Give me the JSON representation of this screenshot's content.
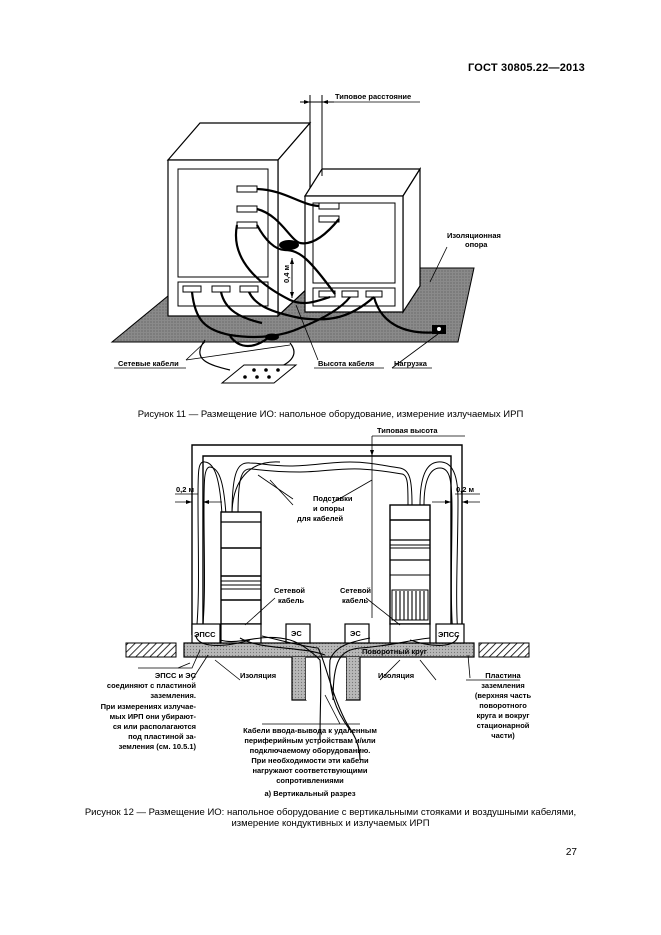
{
  "header": {
    "standard": "ГОСТ 30805.22—2013"
  },
  "figure11": {
    "labels": {
      "typical_distance": "Типовое расстояние",
      "insulating_support": "Изоляционная опора",
      "mains_cables": "Сетевые кабели",
      "cable_height": "Высота кабеля",
      "load": "Нагрузка",
      "height_04": "0,4 м"
    },
    "caption": "Рисунок 11 — Размещение ИО: напольное оборудование, измерение излучаемых ИРП"
  },
  "figure12": {
    "labels": {
      "typical_height": "Типовая высота",
      "dist_left": "0,2 м",
      "dist_right": "0,2 м",
      "supports_line1": "Подставки",
      "supports_line2": "и опоры",
      "supports_line3": "для кабелей",
      "mains_left_1": "Сетевой",
      "mains_left_2": "кабель",
      "mains_right_1": "Сетевой",
      "mains_right_2": "кабель",
      "lisn_left": "ЭПСС",
      "lisn_right": "ЭПСС",
      "aux_left": "ЭС",
      "aux_right": "ЭС",
      "turntable": "Поворотный круг",
      "insulation_left": "Изоляция",
      "insulation_right": "Изоляция",
      "left_note": [
        "ЭПСС и ЭС",
        "соединяют с пластиной",
        "заземления.",
        "При измерениях излучае-",
        "мых ИРП они убирают-",
        "ся или располагаются",
        "под пластиной за-",
        "земления (см. 10.5.1)"
      ],
      "center_note": [
        "Кабели ввода-вывода к удаленным",
        "периферийным устройствам и/или",
        "подключаемому оборудованию.",
        "При необходимости эти кабели",
        "нагружают соответствующими",
        "сопротивлениями"
      ],
      "right_note": [
        "Пластина",
        "заземления",
        "(верхняя часть",
        "поворотного",
        "круга и вокруг",
        "стационарной",
        "части)"
      ],
      "section": "а) Вертикальный разрез"
    },
    "caption_line1": "Рисунок 12 — Размещение ИО: напольное оборудование с вертикальными стояками и воздушными кабелями,",
    "caption_line2": "измерение кондуктивных и излучаемых ИРП"
  },
  "footer": {
    "page_number": "27"
  }
}
